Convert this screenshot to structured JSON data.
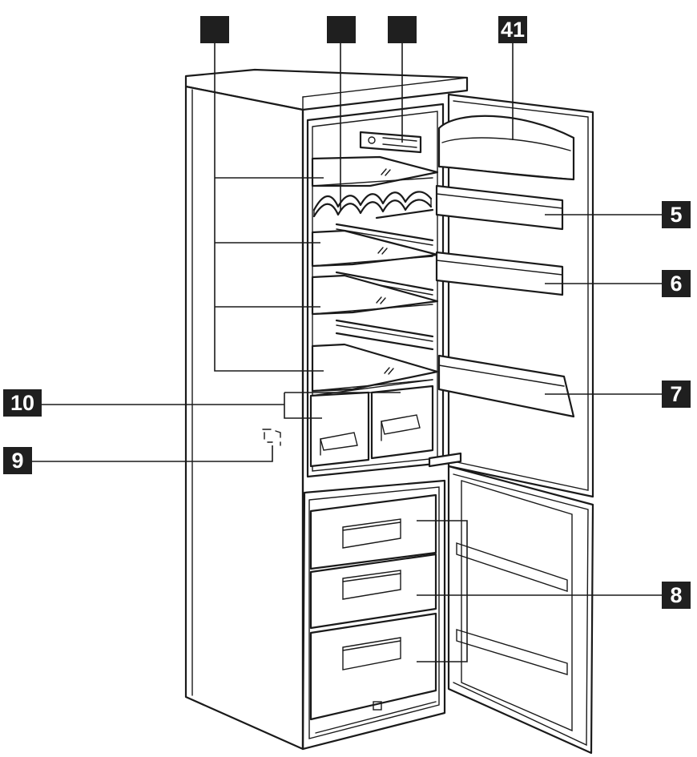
{
  "callouts": {
    "top_left_1": "",
    "top_left_2": "",
    "top_left_3": "",
    "top_right": "41",
    "right_5": "5",
    "right_6": "6",
    "right_7": "7",
    "left_10": "10",
    "left_9": "9",
    "right_8": "8"
  },
  "colors": {
    "line": "#1a1a1a",
    "badge": "#1f1f1f",
    "badge_text": "#ffffff",
    "background": "#ffffff"
  }
}
